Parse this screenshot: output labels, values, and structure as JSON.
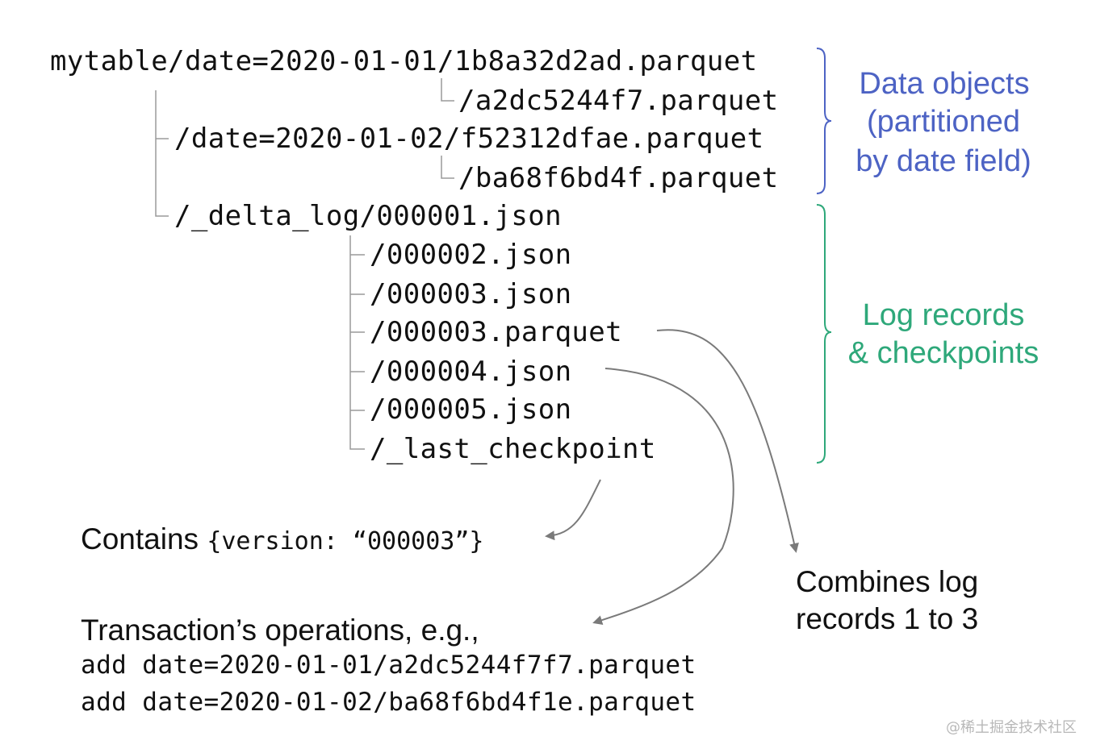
{
  "tree": {
    "root_path": "mytable/date=2020-01-01/1b8a32d2ad.parquet",
    "file_a2dc": "/a2dc5244f7.parquet",
    "date_02_path": "/date=2020-01-02/f52312dfae.parquet",
    "file_ba68": "/ba68f6bd4f.parquet",
    "delta_log_path": "/_delta_log/000001.json",
    "log_files": [
      "/000002.json",
      "/000003.json",
      "/000003.parquet",
      "/000004.json",
      "/000005.json",
      "/_last_checkpoint"
    ]
  },
  "labels": {
    "data_objects": [
      "Data objects",
      "(partitioned",
      "by date field)"
    ],
    "log_records": [
      "Log records",
      "& checkpoints"
    ]
  },
  "annotations": {
    "contains_prefix": "Contains ",
    "contains_code": "{version: “000003”}",
    "combines": [
      "Combines log",
      "records 1 to 3"
    ],
    "transaction_title": "Transaction’s operations, e.g.,",
    "transaction_ops": [
      "add date=2020-01-01/a2dc5244f7f7.parquet",
      "add date=2020-01-02/ba68f6bd4f1e.parquet"
    ]
  },
  "watermark": "@稀土掘金技术社区",
  "colors": {
    "data_objects": "#4d63c4",
    "log_records": "#2ea87a",
    "tree_lines": "#9a9a9a",
    "arrows": "#7a7a7a"
  }
}
